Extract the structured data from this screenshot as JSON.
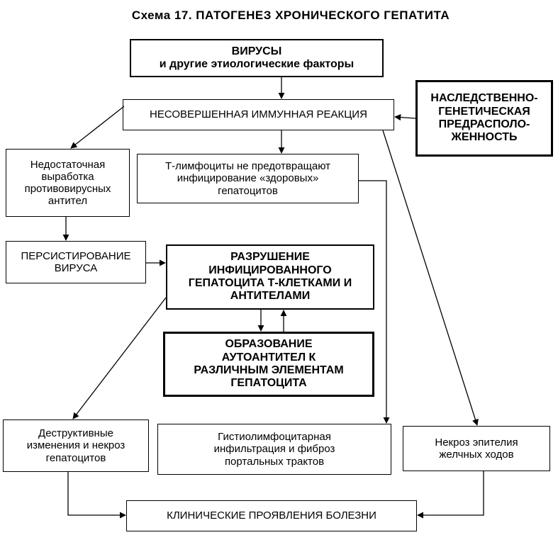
{
  "title": "Схема 17. ПАТОГЕНЕЗ ХРОНИЧЕСКОГО ГЕПАТИТА",
  "boxes": {
    "viruses": [
      "ВИРУСЫ",
      "и другие этиологические факторы"
    ],
    "heredity": [
      "НАСЛЕДСТВЕННО-",
      "ГЕНЕТИЧЕСКАЯ",
      "ПРЕДРАСПОЛО-",
      "ЖЕННОСТЬ"
    ],
    "immune": [
      "НЕСОВЕРШЕННАЯ ИММУННАЯ РЕАКЦИЯ"
    ],
    "antibodies": [
      "Недостаточная",
      "выработка",
      "противовирусных",
      "антител"
    ],
    "tlymph": [
      "Т-лимфоциты не предотвращают",
      "инфицирование «здоровых»",
      "гепатоцитов"
    ],
    "persist": [
      "ПЕРСИСТИРОВАНИЕ",
      "ВИРУСА"
    ],
    "destruction": [
      "РАЗРУШЕНИЕ",
      "ИНФИЦИРОВАННОГО",
      "ГЕПАТОЦИТА Т-КЛЕТКАМИ И",
      "АНТИТЕЛАМИ"
    ],
    "autoantibodies": [
      "ОБРАЗОВАНИЕ",
      "АУТОАНТИТЕЛ К",
      "РАЗЛИЧНЫМ ЭЛЕМЕНТАМ",
      "ГЕПАТОЦИТА"
    ],
    "destructive": [
      "Деструктивные",
      "изменения и некроз",
      "гепатоцитов"
    ],
    "histio": [
      "Гистиолимфоцитарная",
      "инфильтрация и фиброз",
      "портальных трактов"
    ],
    "necrosis": [
      "Некроз эпителия",
      "желчных ходов"
    ],
    "clinical": [
      "КЛИНИЧЕСКИЕ ПРОЯВЛЕНИЯ БОЛЕЗНИ"
    ]
  }
}
